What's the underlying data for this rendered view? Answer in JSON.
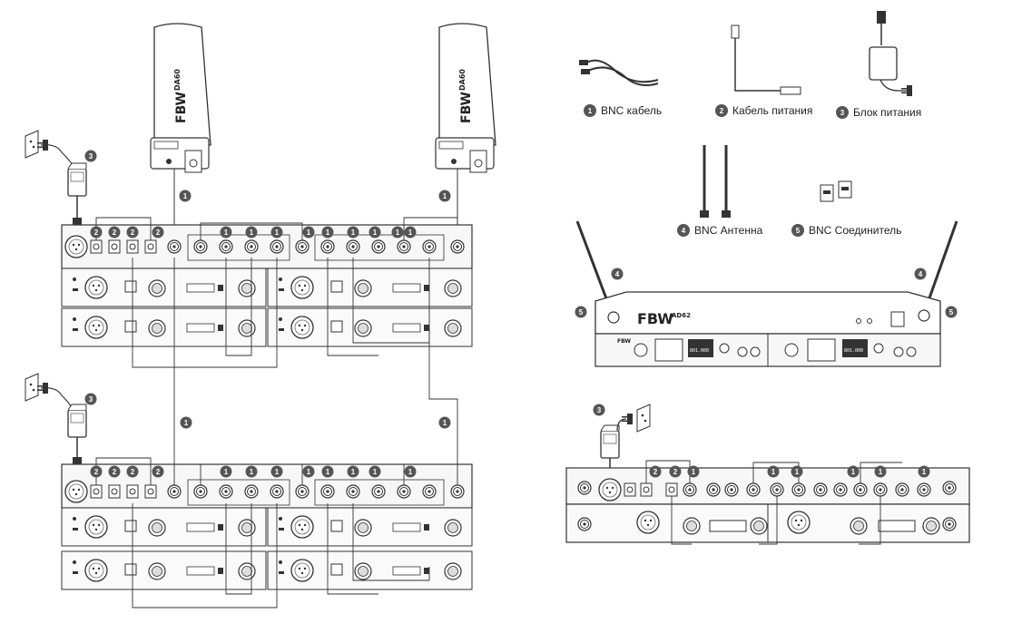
{
  "accessories": [
    {
      "num": "1",
      "label": "BNC кабель"
    },
    {
      "num": "2",
      "label": "Кабель питания"
    },
    {
      "num": "3",
      "label": "Блок питания"
    },
    {
      "num": "4",
      "label": "BNC Антенна"
    },
    {
      "num": "5",
      "label": "BNC Соединитель"
    }
  ],
  "antenna": {
    "brand": "FBW",
    "model": "DA60",
    "subtitle": "Omnidirectional Antenna"
  },
  "distributor": {
    "brand": "FBW",
    "model": "AD62",
    "subtitle": "Antenna Distributor"
  },
  "receiver": {
    "brand": "FBW",
    "display_value": "801.000"
  },
  "colors": {
    "line": "#333333",
    "badge": "#555555",
    "panel": "#f4f4f4"
  }
}
